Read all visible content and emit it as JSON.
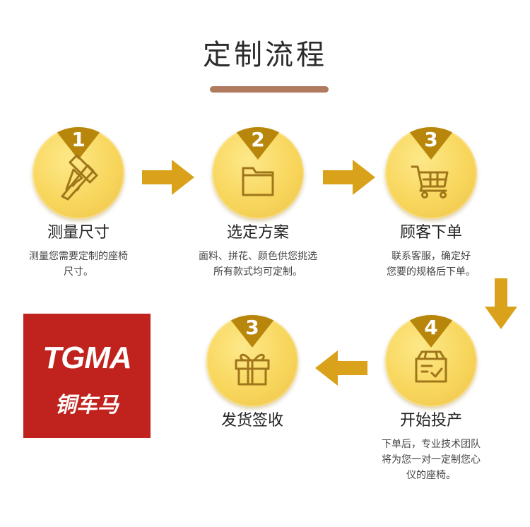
{
  "header": {
    "title": "定制流程"
  },
  "colors": {
    "gold": "#f8d65c",
    "dark_gold": "#b8860b",
    "arrow": "#d9a21a",
    "bar": "#b07a5e",
    "logo_bg": "#c0221d"
  },
  "steps": [
    {
      "number": "1",
      "label": "测量尺寸",
      "desc_line1": "测量您需要定制的座椅",
      "desc_line2": "尺寸。",
      "icon": "ruler-pencil-icon"
    },
    {
      "number": "2",
      "label": "选定方案",
      "desc_line1": "面料、拼花、颜色供您挑选",
      "desc_line2": "所有款式均可定制。",
      "icon": "folder-icon"
    },
    {
      "number": "3",
      "label": "顾客下单",
      "desc_line1": "联系客服，确定好",
      "desc_line2": "您要的规格后下单。",
      "icon": "cart-icon"
    },
    {
      "number": "4",
      "label": "开始投产",
      "desc_line1": "下单后，专业技术团队",
      "desc_line2": "将为您一对一定制您心",
      "desc_line3": "仪的座椅。",
      "icon": "box-icon"
    },
    {
      "number": "3",
      "label": "发货签收",
      "icon": "gift-icon"
    }
  ],
  "logo": {
    "text_en": "TGMA",
    "text_cn": "铜车马"
  }
}
